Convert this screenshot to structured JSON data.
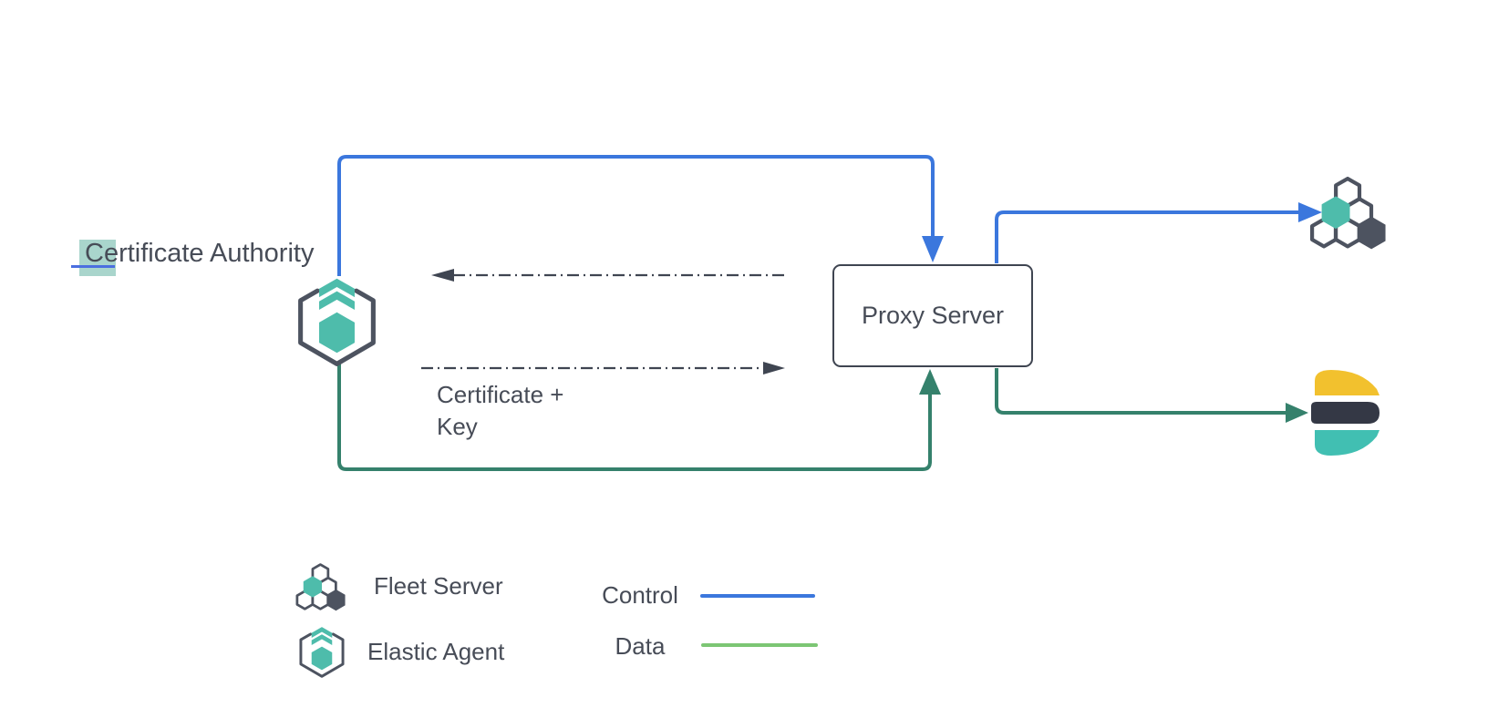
{
  "colors": {
    "control": "#3b77dd",
    "data": "#35816c",
    "data_legend": "#7cc674",
    "stroke_dark": "#3f4551",
    "text": "#474c57",
    "teal": "#4ebcab",
    "hex_dark": "#4d5360",
    "es_yellow": "#f2c12e",
    "es_teal": "#41bfb2",
    "es_dark": "#343845",
    "highlight": "#a9d5cc",
    "cursor": "#4b6fe0",
    "box_fill": "#ffffff"
  },
  "diagram": {
    "certificate_authority_label": "Certificate Authority",
    "proxy_server_label": "Proxy Server",
    "certificate_key_label": {
      "line1": "Certificate +",
      "line2": "Key"
    }
  },
  "legend": {
    "items": [
      {
        "label": "Fleet Server"
      },
      {
        "label": "Elastic Agent"
      }
    ],
    "lines": [
      {
        "label": "Control",
        "color": "#3b77dd"
      },
      {
        "label": "Data",
        "color": "#7cc674"
      }
    ]
  }
}
